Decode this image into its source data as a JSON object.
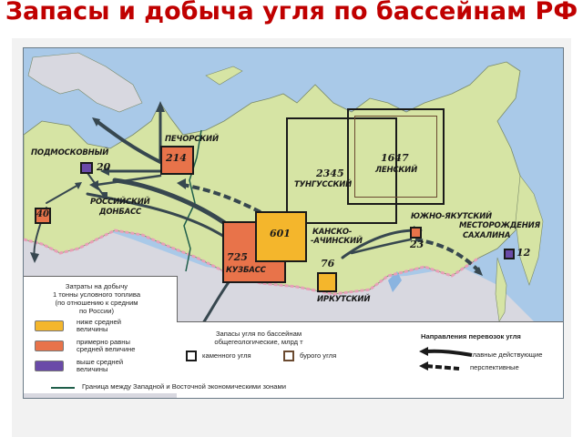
{
  "title": "Запасы и добыча угля по бассейнам РФ",
  "colors": {
    "title": "#c00000",
    "sea": "#a9c9e8",
    "land": "#d6e4a4",
    "foreign_land": "#d8d8e0",
    "below_avg": "#f4b62c",
    "avg": "#e8734a",
    "above_avg": "#6a4aa8",
    "border_zone": "#1f5e4a",
    "arrow": "#37474f"
  },
  "basins": [
    {
      "name": "ПЕЧОРСКИЙ",
      "reserves": "214",
      "type": "каменный",
      "cost": "avg"
    },
    {
      "name": "ПОДМОСКОВНЫЙ",
      "reserves": "20",
      "type": "бурый",
      "cost": "above_avg"
    },
    {
      "name": "РОССИЙСКИЙ ДОНБАСС",
      "reserves": "40",
      "type": "каменный",
      "cost": "avg"
    },
    {
      "name": "ТУНГУССКИЙ",
      "reserves": "2345",
      "type": "каменный",
      "cost": ""
    },
    {
      "name": "ЛЕНСКИЙ",
      "reserves": "1647",
      "type": "бурый",
      "cost": ""
    },
    {
      "name": "КАНСКО-АЧИНСКИЙ",
      "reserves": "601",
      "type": "бурый",
      "cost": "below_avg"
    },
    {
      "name": "КУЗБАСС",
      "reserves": "725",
      "type": "каменный",
      "cost": "avg"
    },
    {
      "name": "ИРКУТСКИЙ",
      "reserves": "76",
      "type": "каменный",
      "cost": "below_avg"
    },
    {
      "name": "ЮЖНО-ЯКУТСКИЙ",
      "reserves": "23",
      "type": "каменный",
      "cost": "avg"
    },
    {
      "name": "МЕСТОРОЖДЕНИЯ САХАЛИНА",
      "reserves": "12",
      "type": "каменный",
      "cost": "above_avg"
    }
  ],
  "labels": {
    "pechorsky": "ПЕЧОРСКИЙ",
    "pechorsky_num": "214",
    "podmoskovny": "ПОДМОСКОВНЫЙ",
    "podmoskovny_num": "20",
    "donbass_1": "РОССИЙСКИЙ",
    "donbass_2": "ДОНБАСС",
    "donbass_num": "40",
    "tungussky": "ТУНГУССКИЙ",
    "tungussky_num": "2345",
    "lensky": "ЛЕНСКИЙ",
    "lensky_num": "1647",
    "kansk_1": "КАНСКО-",
    "kansk_2": "-АЧИНСКИЙ",
    "kansk_num": "601",
    "kuzbass": "КУЗБАСС",
    "kuzbass_num": "725",
    "irkutsky": "ИРКУТСКИЙ",
    "irkutsky_num": "76",
    "yakutsky": "ЮЖНО-ЯКУТСКИЙ",
    "yakutsky_num": "23",
    "sakhalin_1": "МЕСТОРОЖДЕНИЯ",
    "sakhalin_2": "САХАЛИНА",
    "sakhalin_num": "12"
  },
  "legend": {
    "cost_title_1": "Затраты на добычу",
    "cost_title_2": "1 тонны условного топлива",
    "cost_title_3": "(по отношению к средним",
    "cost_title_4": "по России)",
    "below_1": "ниже средней",
    "below_2": "величины",
    "avg_1": "примерно равны",
    "avg_2": "средней величине",
    "above_1": "выше средней",
    "above_2": "величины",
    "border": "Граница между Западной и Восточной экономическими зонами",
    "reserves_title_1": "Запасы угля по бассейнам",
    "reserves_title_2": "общегеологические, млрд т",
    "hard_coal": "каменного угля",
    "brown_coal": "бурого угля",
    "transport_title": "Направления перевозок угля",
    "main_routes": "главные действующие",
    "prospective_routes": "перспективные"
  }
}
